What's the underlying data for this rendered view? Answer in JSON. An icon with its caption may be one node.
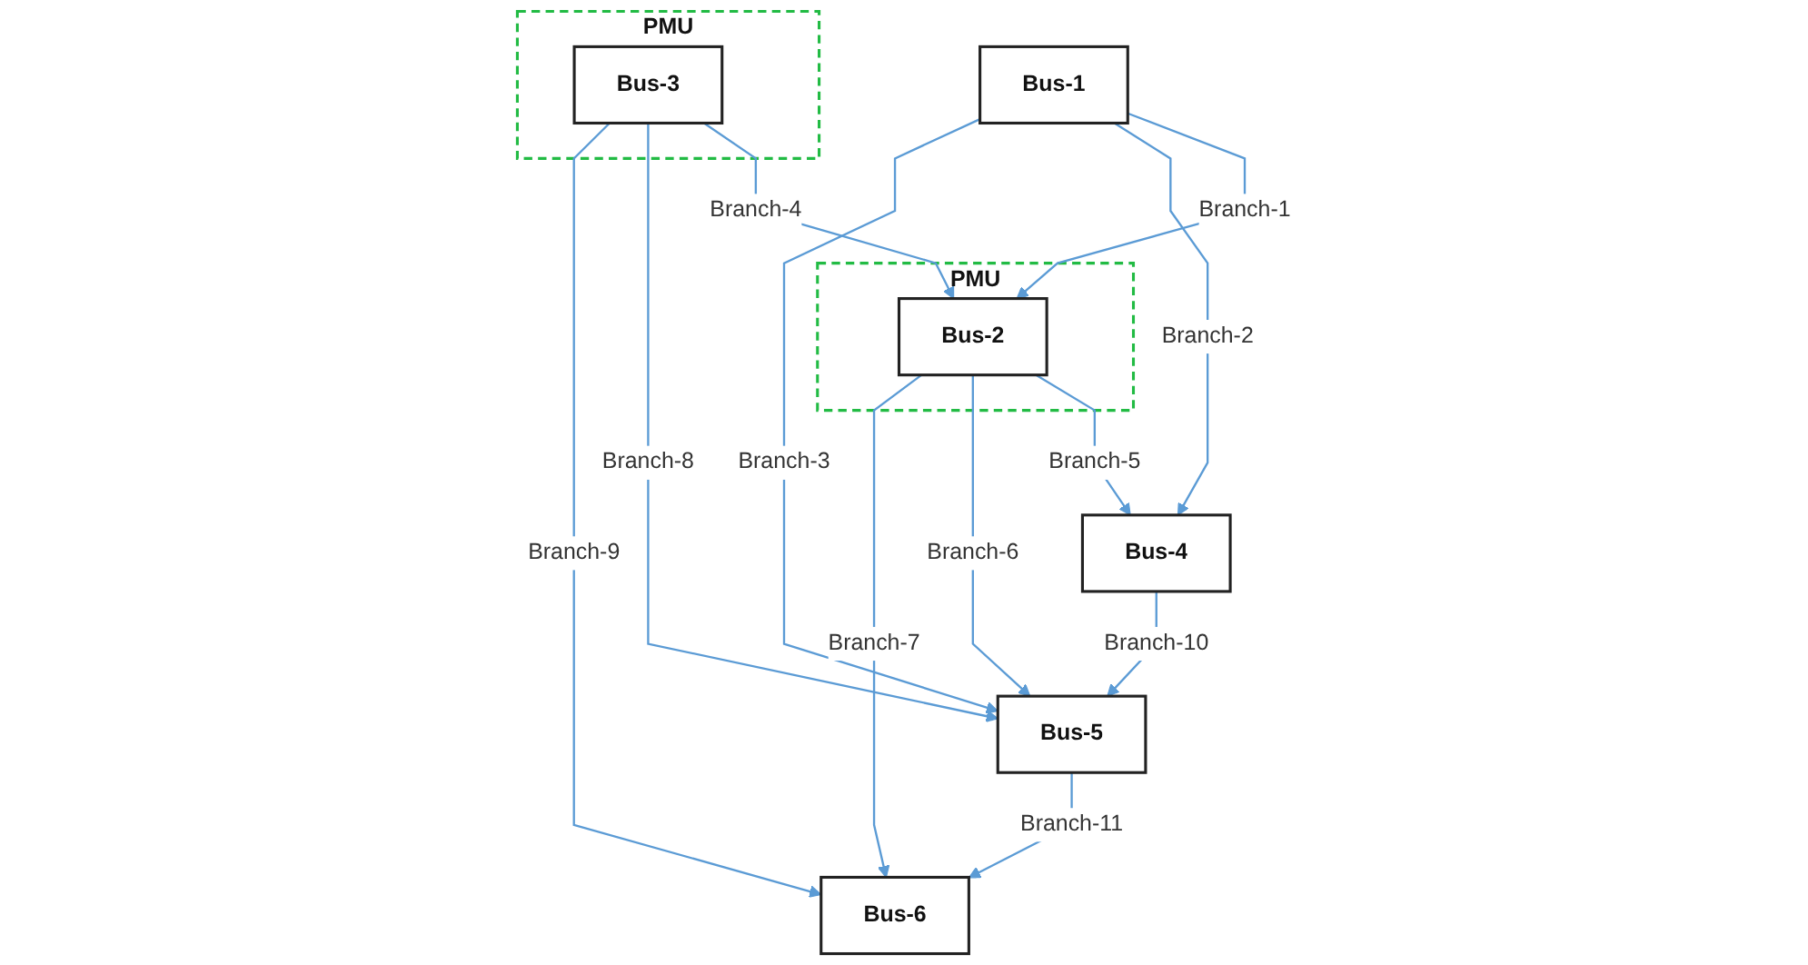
{
  "diagram": {
    "nodes": [
      {
        "text": [
          "Bus-5"
        ]
      },
      {
        "text": [
          "PMU"
        ]
      },
      {
        "text": [
          "Bus-3"
        ],
        "in": 1
      },
      {
        "text": [
          "Bus-6"
        ]
      },
      {
        "text": [
          "Bus-1"
        ]
      },
      {
        "text": [
          "PMU"
        ]
      },
      {
        "text": [
          "Bus-2"
        ],
        "in": 5
      },
      {
        "text": [
          "Bus-4"
        ]
      }
    ],
    "edges": [
      {
        "from": 4,
        "to": 6,
        "arrow": "to",
        "label": "Branch-1"
      },
      {
        "from": 4,
        "to": 7,
        "arrow": "to",
        "label": "Branch-2"
      },
      {
        "from": 4,
        "to": 0,
        "arrow": "to",
        "label": "Branch-3"
      },
      {
        "from": 2,
        "to": 6,
        "arrow": "to",
        "label": "Branch-4"
      },
      {
        "from": 6,
        "to": 7,
        "arrow": "to",
        "label": "Branch-5"
      },
      {
        "from": 6,
        "to": 0,
        "arrow": "to",
        "label": "Branch-6"
      },
      {
        "from": 6,
        "to": 3,
        "arrow": "to",
        "label": "Branch-7"
      },
      {
        "from": 2,
        "to": 0,
        "arrow": "to",
        "label": "Branch-8"
      },
      {
        "from": 2,
        "to": 3,
        "arrow": "to",
        "label": "Branch-9"
      },
      {
        "from": 7,
        "to": 0,
        "arrow": "to",
        "label": "Branch-10"
      },
      {
        "from": 0,
        "to": 3,
        "arrow": "to",
        "label": "Branch-11"
      }
    ]
  }
}
